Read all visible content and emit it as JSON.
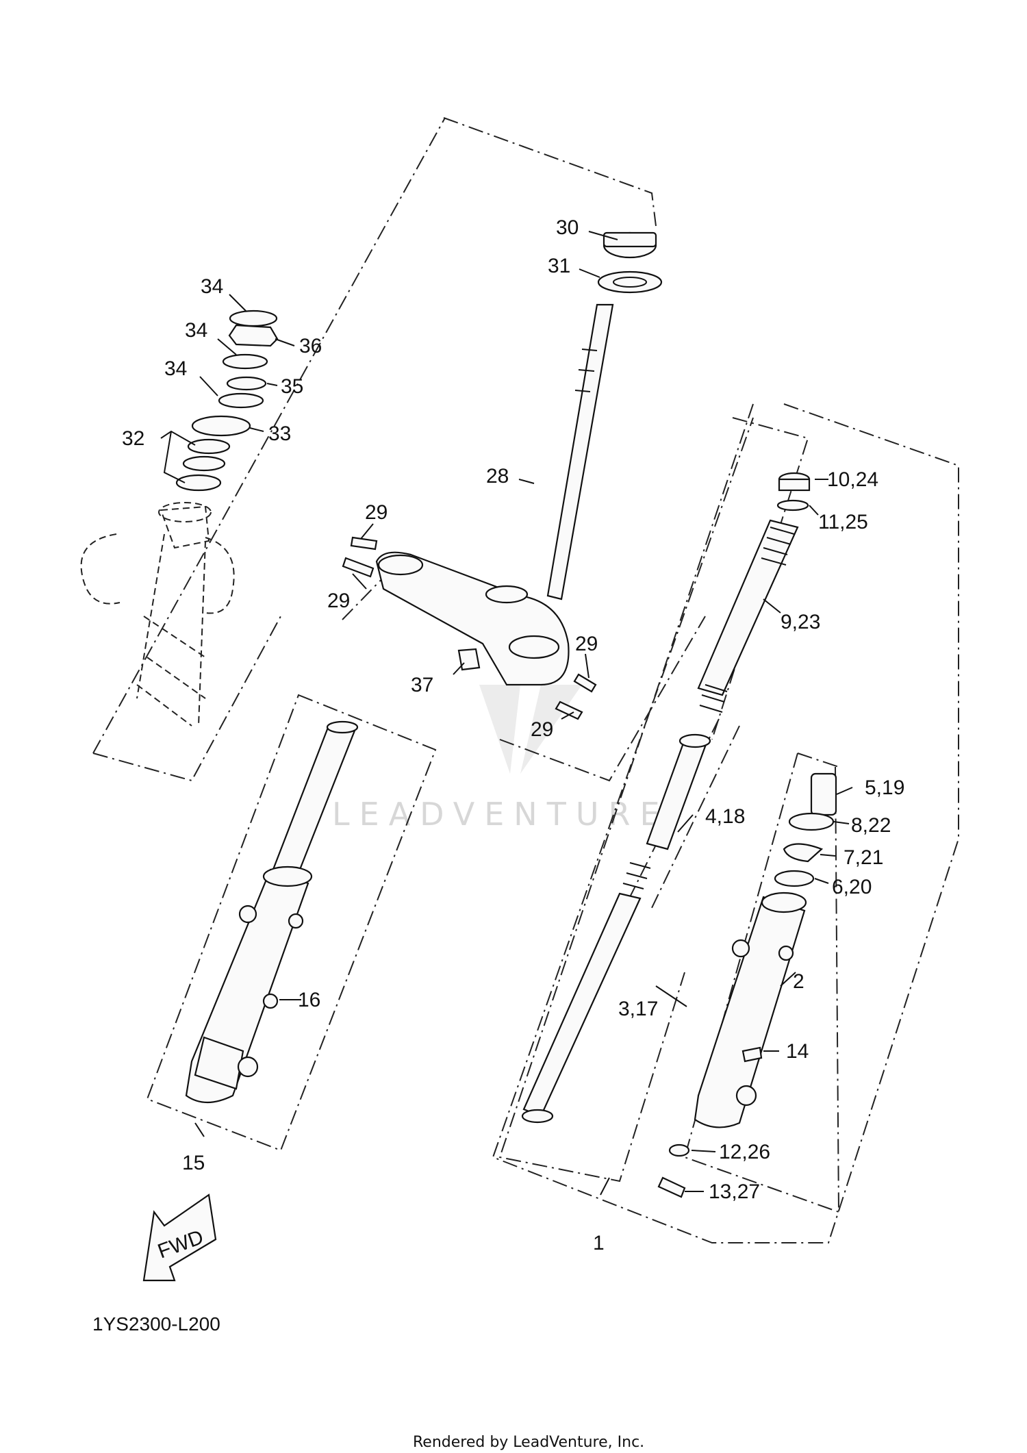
{
  "diagram_code": "1YS2300-L200",
  "footer": "Rendered by LeadVenture, Inc.",
  "watermark": "LEADVENTURE",
  "fwd_label": "FWD",
  "callouts": {
    "c1": "1",
    "c2": "2",
    "c3_17": "3,17",
    "c4_18": "4,18",
    "c5_19": "5,19",
    "c6_20": "6,20",
    "c7_21": "7,21",
    "c8_22": "8,22",
    "c9_23": "9,23",
    "c10_24": "10,24",
    "c11_25": "11,25",
    "c12_26": "12,26",
    "c13_27": "13,27",
    "c14": "14",
    "c15": "15",
    "c16": "16",
    "c28": "28",
    "c29": "29",
    "c30": "30",
    "c31": "31",
    "c32": "32",
    "c33": "33",
    "c34": "34",
    "c35": "35",
    "c36": "36",
    "c37": "37"
  }
}
